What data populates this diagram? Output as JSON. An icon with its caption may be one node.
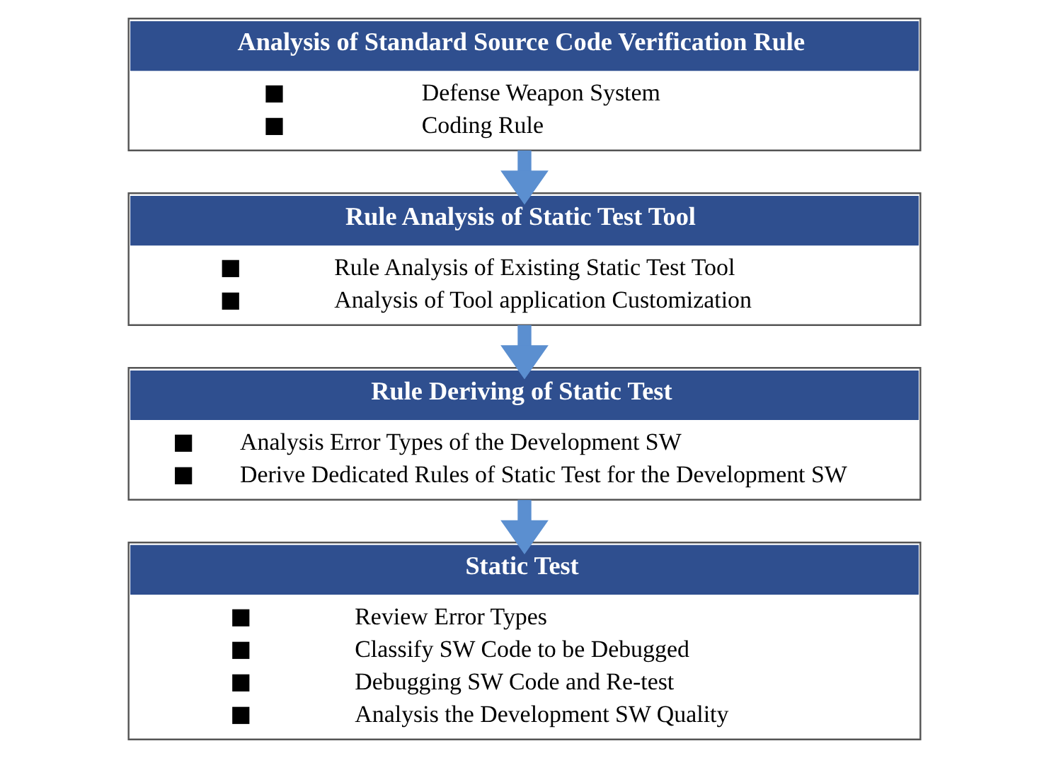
{
  "diagram": {
    "nodes": [
      {
        "text": [
          "Analysis of Standard Source Code Verification Rule",
          "Defense Weapon System",
          "Coding Rule"
        ]
      },
      {
        "text": [
          "Rule Analysis of Static Test Tool",
          "Rule Analysis of Existing Static Test Tool",
          "Analysis of Tool application Customization"
        ]
      },
      {
        "text": [
          "Rule Deriving of Static Test",
          "Analysis Error Types of the Development SW",
          "Derive Dedicated Rules of Static Test for the Development SW"
        ]
      },
      {
        "text": [
          "Static Test",
          "Review Error Types",
          "Classify SW Code to be Debugged",
          "Debugging SW Code and Re-test",
          "Analysis the Development SW Quality"
        ]
      }
    ],
    "edges": [
      {
        "from": 0,
        "to": 1,
        "arrow": "to"
      },
      {
        "from": 1,
        "to": 2,
        "arrow": "to"
      },
      {
        "from": 2,
        "to": 3,
        "arrow": "to"
      }
    ]
  }
}
